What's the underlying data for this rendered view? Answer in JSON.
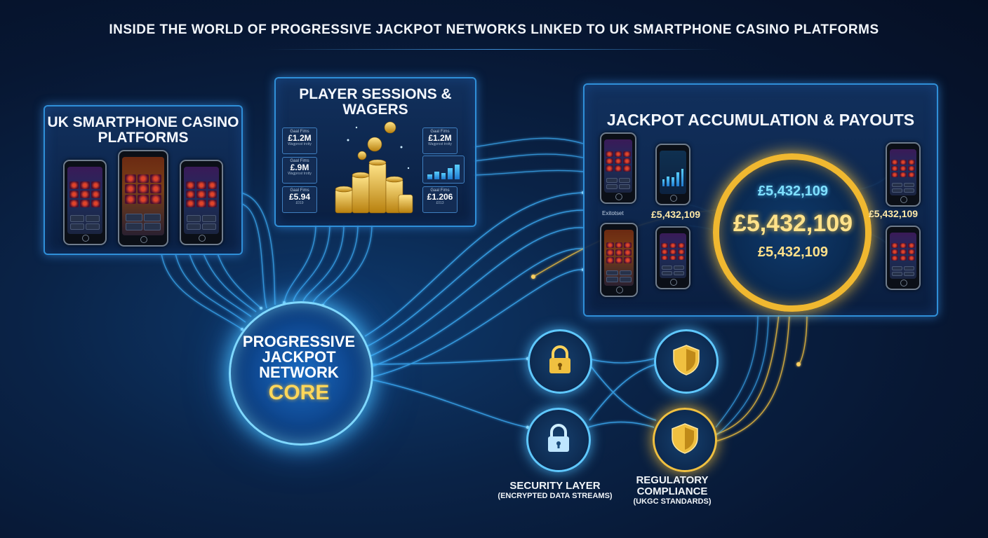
{
  "title": "INSIDE THE WORLD OF PROGRESSIVE JACKPOT NETWORKS LINKED TO UK SMARTPHONE CASINO PLATFORMS",
  "left_panel": {
    "title": "UK SMARTPHONE CASINO PLATFORMS"
  },
  "mid_panel": {
    "title": "PLAYER SESSIONS & WAGERS",
    "tiles": [
      {
        "label": "Gaal Fims",
        "value": "£1.2M",
        "sub": "Wagprost trotty"
      },
      {
        "label": "Gaal Fims",
        "value": "£1.2M",
        "sub": "Wagprost trotty"
      },
      {
        "label": "Gaal Fims",
        "value": "£.9M",
        "sub": "Wagprost trotty"
      },
      {
        "label": "Gaal Fims",
        "value": "£5.94",
        "sub": "£019"
      },
      {
        "label": "Gaal Fims",
        "value": "£1.206",
        "sub": "£013"
      }
    ]
  },
  "right_panel": {
    "title": "JACKPOT ACCUMULATION & PAYOUTS",
    "jackpot_top": "£5,432,109",
    "jackpot_main": "£5,432,109",
    "jackpot_bottom": "£5,432,109",
    "side_left": "£5,432,109",
    "side_right": "£5,432,109",
    "phone_label": "Exitotset"
  },
  "core": {
    "line1": "PROGRESSIVE JACKPOT NETWORK",
    "line2": "CORE"
  },
  "security": {
    "title": "SECURITY LAYER",
    "subtitle": "(ENCRYPTED DATA STREAMS)"
  },
  "compliance": {
    "title": "REGULATORY COMPLIANCE",
    "subtitle": "(UKGC STANDARDS)"
  },
  "colors": {
    "accent_blue": "#5fc8ff",
    "accent_gold": "#f0c040",
    "background": "#071733"
  },
  "icons": {
    "security": "lock-icon",
    "compliance": "shield-icon"
  }
}
